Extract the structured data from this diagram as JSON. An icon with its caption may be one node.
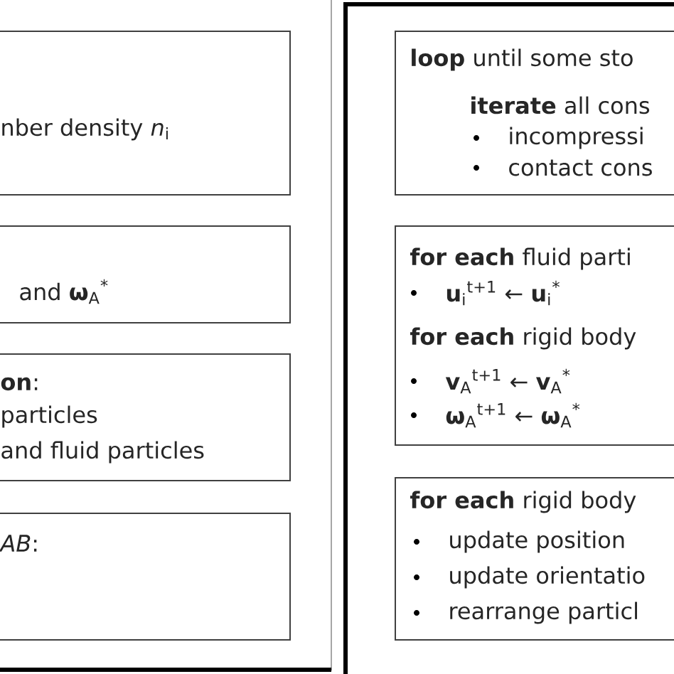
{
  "diagram": {
    "nodes": [
      {
        "text": [],
        "shape": "box"
      },
      {
        "text": [
          "nber density *n*$_{i}$"
        ],
        "in": 0
      },
      {
        "text": [
          "and **ω**$_{A}$$^{*}$"
        ],
        "in": 0
      },
      {
        "text": [
          "**on**:",
          "particles",
          "and fluid particles"
        ],
        "in": 0
      },
      {
        "text": [
          "*AB*:"
        ],
        "in": 0
      },
      {
        "text": [],
        "shape": "box"
      },
      {
        "text": [
          "**loop** until some sto",
          "**iterate** all cons",
          "incompressi",
          "contact cons"
        ],
        "in": 5
      },
      {
        "text": [
          "**for each** fluid parti",
          "**u**$_{i}$$^{t+1}$ ← **u**$_{i}$$^{*}$",
          "**for each** rigid body",
          "**v**$_{A}$$^{t+1}$ ← **v**$_{A}$$^{*}$",
          "**ω**$_{A}$$^{t+1}$ ← **ω**$_{A}$$^{*}$"
        ],
        "in": 5
      },
      {
        "text": [
          "**for each** rigid body",
          "update position",
          "update orientatio",
          "rearrange particl"
        ],
        "in": 5
      }
    ]
  }
}
